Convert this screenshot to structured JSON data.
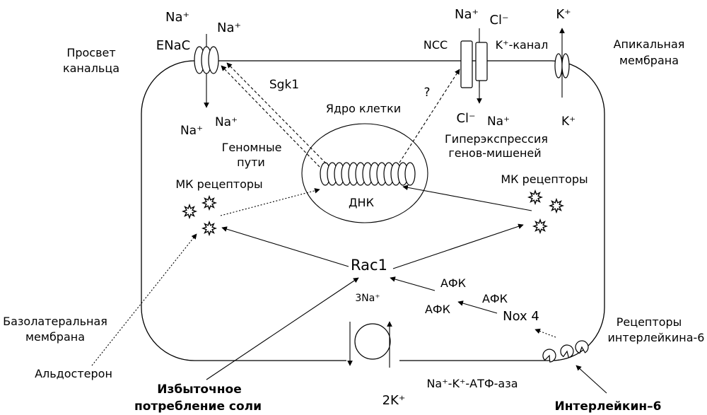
{
  "lumen": {
    "line1": "Просвет",
    "line2": "канальца"
  },
  "apical_membrane": {
    "line1": "Апикальная",
    "line2": "мембрана"
  },
  "basolateral_membrane": {
    "line1": "Базолатеральная",
    "line2": "мембрана"
  },
  "enac": {
    "label": "ENaC",
    "na_top_1": "Na⁺",
    "na_top_2": "Na⁺",
    "na_bottom_1": "Na⁺",
    "na_bottom_2": "Na⁺"
  },
  "ncc": {
    "label": "NCC",
    "na_top": "Na⁺",
    "cl_top": "Cl⁻",
    "cl_bottom": "Cl⁻",
    "na_bottom": "Na⁺"
  },
  "k_channel": {
    "label": "K⁺-канал",
    "k_top": "K⁺",
    "k_bottom": "K⁺"
  },
  "na_k_atpase": {
    "label": "Na⁺-K⁺-АТФ-аза",
    "na": "3Na⁺",
    "k": "2K⁺"
  },
  "nucleus": {
    "label": "Ядро клетки",
    "dna": "ДНК"
  },
  "pathways": {
    "sgk1": "Sgk1",
    "genomic_line1": "Геномные",
    "genomic_line2": "пути",
    "unknown": "?",
    "overexpression_line1": "Гиперэкспрессия",
    "overexpression_line2": "генов-мишеней"
  },
  "mineralocorticoid_receptors": {
    "left": "МК рецепторы",
    "right": "МК рецепторы"
  },
  "signaling": {
    "rac1": "Rac1",
    "ros_1": "АФК",
    "ros_2": "АФК",
    "ros_3": "АФК",
    "nox4": "Nox 4"
  },
  "il6_receptors": {
    "line1": "Рецепторы",
    "line2": "интерлейкина-6"
  },
  "stimuli": {
    "aldosterone": "Альдостерон",
    "salt_line1": "Избыточное",
    "salt_line2": "потребление соли",
    "il6": "Интерлейкин–6"
  }
}
